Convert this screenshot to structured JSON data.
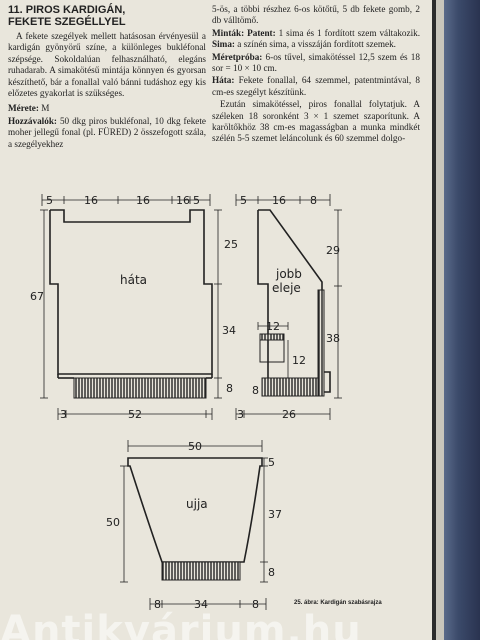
{
  "article": {
    "title_line1": "11. PIROS KARDIGÁN,",
    "title_line2": "FEKETE SZEGÉLLYEL",
    "intro": "A fekete szegélyek mellett hatásosan érvényesül a kardigán gyönyörű színe, a különleges bukléfonal szépsége. Sokoldalúan felhasználható, elegáns ruhadarab. A simakötésű mintája könnyen és gyorsan készíthető, bár a fonallal való bánni tudáshoz egy kis előzetes gyakorlat is szükséges.",
    "size_label": "Mérete:",
    "size_value": "M",
    "materials_label": "Hozzávalók:",
    "materials_value": "50 dkg piros bukléfonal, 10 dkg fekete moher jellegű fonal (pl. FÜRED) 2 összefogott szála, a szegélyekhez",
    "materials_cont": "5-ös, a többi részhez 6-os kötőtű, 5 db fekete gomb, 2 db válltömő.",
    "pattern_label": "Minták:",
    "patent_label": "Patent:",
    "patent_value": "1 sima és 1 fordított szem váltakozik.",
    "sima_label": "Sima:",
    "sima_value": "a színén sima, a visszáján fordított szemek.",
    "gauge_label": "Méretpróba:",
    "gauge_value": "6-os tűvel, simakötéssel 12,5 szem és 18 sor = 10 × 10 cm.",
    "back_label": "Háta:",
    "back_value": "Fekete fonallal, 64 szemmel, patentmintával, 8 cm-es szegélyt készítünk.",
    "back_p2": "Ezután simakötéssel, piros fonallal folytatjuk. A széleken 18 soronként 3 × 1 szemet szaporítunk. A karöltőkhöz 38 cm-es magasságban a munka mindkét szélén 5-5 szemet leláncolunk és 60 szemmel dolgo-"
  },
  "diagram": {
    "back": {
      "label": "háta",
      "top_dims": [
        "5",
        "16",
        "16",
        "16",
        "5"
      ],
      "height_total": "67",
      "armhole": "25",
      "body": "34",
      "rib": "8",
      "bottom_edge": "3",
      "width": "52"
    },
    "front": {
      "label_line1": "jobb",
      "label_line2": "eleje",
      "top_dims": [
        "5",
        "16",
        "8"
      ],
      "pocket_w": "12",
      "pocket_h": "12",
      "right_h1": "29",
      "right_h2": "38",
      "rib": "8",
      "bottom_edge": "3",
      "width": "26"
    },
    "sleeve": {
      "label": "ujja",
      "top_width": "50",
      "height": "50",
      "body_h": "37",
      "rib": "8",
      "top_edge": "5",
      "bottom_dims": [
        "8",
        "34",
        "8"
      ]
    },
    "caption": "25. ábra: Kardigán szabásrajza"
  },
  "watermark": "Antikvárium.hu"
}
